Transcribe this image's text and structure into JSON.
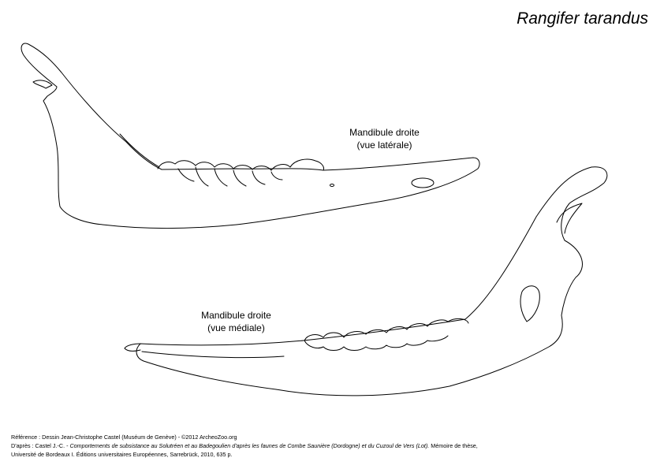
{
  "species": "Rangifer tarandus",
  "views": [
    {
      "title": "Mandibule droite",
      "subtitle": "(vue latérale)"
    },
    {
      "title": "Mandibule droite",
      "subtitle": "(vue médiale)"
    }
  ],
  "references": {
    "line1": "Référence : Dessin Jean-Christophe Castel (Muséum de Genève) - ©2012 ArcheoZoo.org",
    "line2_prefix": "D'après : Castel J.-C. - ",
    "line2_title": "Comportements de subsistance au Solutréen et au Badegoulien d'après les faunes de Combe Saunière (Dordogne) et du Cuzoul de Vers (Lot).",
    "line2_suffix": " Mémoire de thèse,",
    "line3": "Université de Bordeaux I. Éditions universitaires Européennes, Sarrebrück, 2010, 635 p."
  }
}
